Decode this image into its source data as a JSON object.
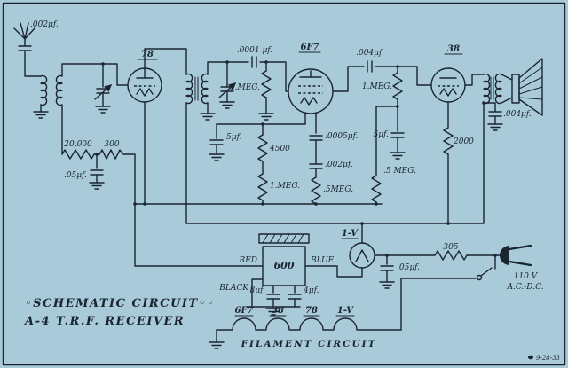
{
  "theme": {
    "paper": "#a9cad8",
    "ink": "#1a2530"
  },
  "meta": {
    "date_stamp": "9-28-33"
  },
  "title": {
    "line1": "◦SCHEMATIC CIRCUIT◦◦",
    "line2": "A-4 T.R.F. RECEIVER"
  },
  "tubes": {
    "t78": "78",
    "t6f7": "6F7",
    "t38": "38",
    "t1v": "1-V"
  },
  "power": {
    "line1": "110 V",
    "line2": "A.C.-D.C."
  },
  "filament": {
    "tubes": [
      "6F7",
      "38",
      "78",
      "1-V"
    ],
    "label": "FILAMENT CIRCUIT"
  },
  "components": {
    "ant_cap": ".002μf.",
    "cap_0001": ".0001 μf.",
    "cap_004_a": ".004μf.",
    "cap_004_b": ".004μf.",
    "cap_0005": ".0005μf.",
    "cap_002": ".002μf.",
    "cap_05_a": ".05μf.",
    "cap_05_b": ".05μf.",
    "cap_5uf_a": "5μf.",
    "cap_5uf_b": "5μf.",
    "cap_8uf": "8μf.",
    "cap_4uf": "4μf.",
    "res_1meg_a": "1.MEG.",
    "res_1meg_b": "1.MEG.",
    "res_1meg_c": "1.MEG.",
    "res_5meg_a": ".5MEG.",
    "res_5meg_b": ".5 MEG.",
    "res_4500": "4500",
    "res_2000": "2000",
    "res_20000": "20,000",
    "res_300": "300",
    "res_305": "305",
    "xfmr_value": "600",
    "lead_red": "RED",
    "lead_blue": "BLUE",
    "lead_black": "BLACK"
  }
}
